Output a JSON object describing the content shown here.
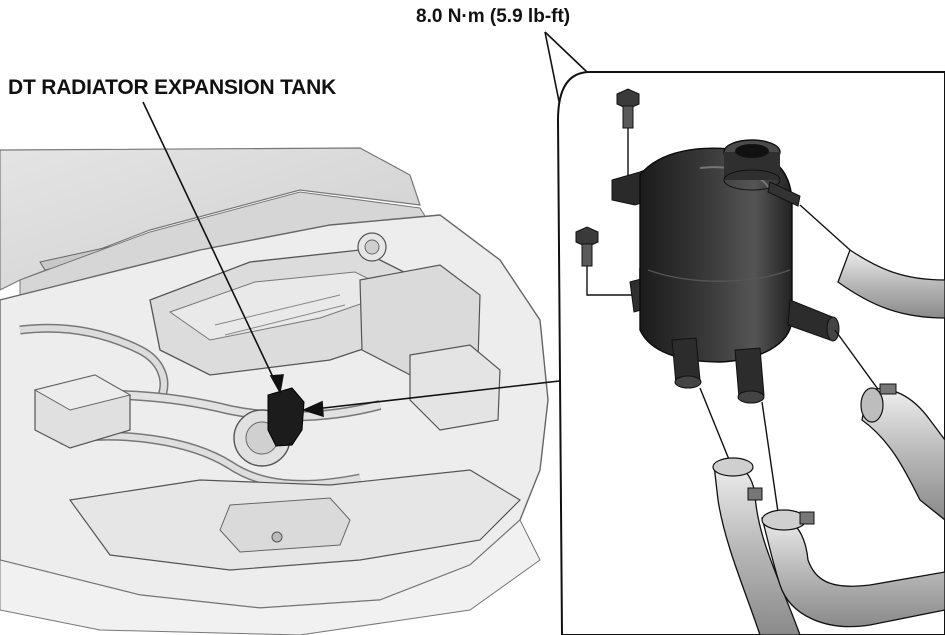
{
  "labels": {
    "component": "DT RADIATOR EXPANSION TANK",
    "torque_spec": "8.0 N·m (5.9 lb-ft)"
  },
  "colors": {
    "line": "#111111",
    "body_fill": "#e9e9e9",
    "part_dark": "#2a2a2a",
    "hose_fill": "#cfcfcf"
  },
  "icons": {
    "bolt": "hex-flange-bolt",
    "tank": "coolant-expansion-tank",
    "hose": "coolant-hose"
  }
}
